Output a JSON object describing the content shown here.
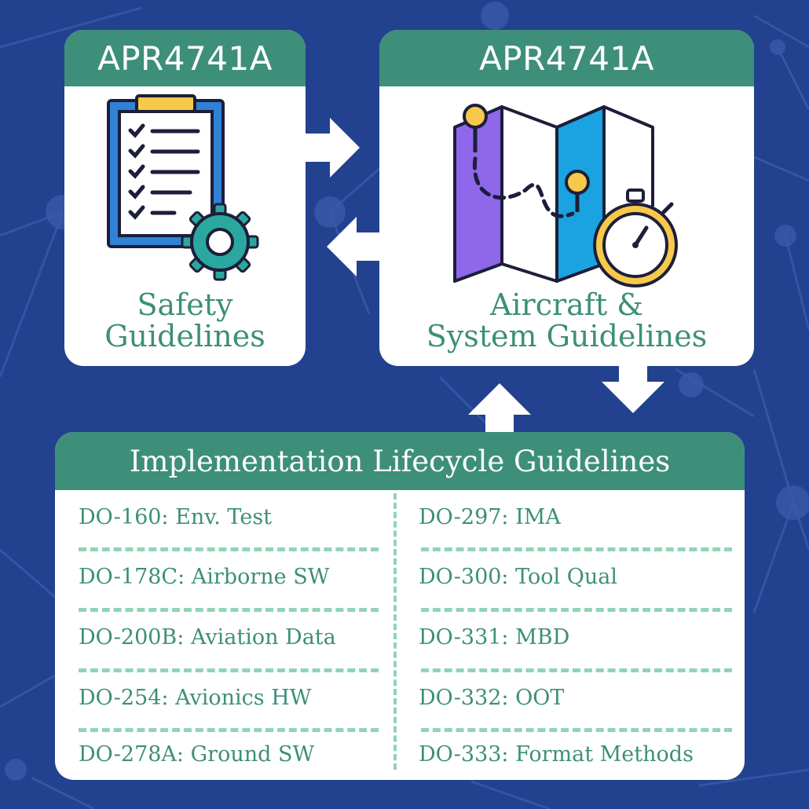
{
  "safety_card": {
    "header": "APR4741A",
    "title_line1": "Safety",
    "title_line2": "Guidelines",
    "icon": "clipboard-gear-icon"
  },
  "aircraft_card": {
    "header": "APR4741A",
    "title_line1": "Aircraft &",
    "title_line2": "System Guidelines",
    "icon": "map-stopwatch-icon"
  },
  "lifecycle_card": {
    "header": "Implementation Lifecycle Guidelines",
    "left_items": [
      "DO-160: Env. Test",
      "DO-178C: Airborne SW",
      "DO-200B: Aviation Data",
      "DO-254: Avionics HW",
      "DO-278A: Ground SW"
    ],
    "right_items": [
      "DO-297: IMA",
      "DO-300: Tool Qual",
      "DO-331: MBD",
      "DO-332: OOT",
      "DO-333: Format Methods"
    ]
  },
  "colors": {
    "background": "#22418f",
    "header_green": "#3d8f79",
    "dash_green": "#8fd5b5",
    "card": "#ffffff"
  }
}
